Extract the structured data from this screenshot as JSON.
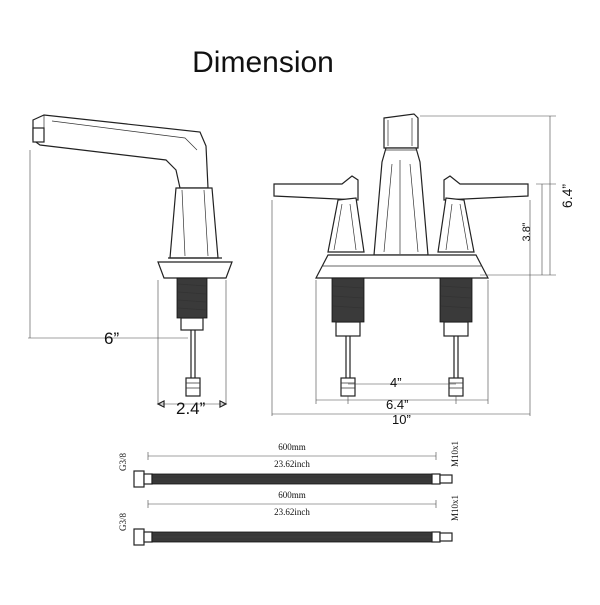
{
  "title": "Dimension",
  "side_view": {
    "height_label": "6”",
    "base_width_label": "2.4”"
  },
  "front_view": {
    "total_height_label": "6.4”",
    "spout_height_label": "3.8”",
    "center_spacing_label": "4”",
    "base_width_label": "6.4”",
    "handle_span_label": "10”"
  },
  "hoses": [
    {
      "length_mm_label": "600mm",
      "length_inch_label": "23.62inch",
      "left_thread_label": "G3/8",
      "right_thread_label": "M10x1"
    },
    {
      "length_mm_label": "600mm",
      "length_inch_label": "23.62inch",
      "left_thread_label": "G3/8",
      "right_thread_label": "M10x1"
    }
  ]
}
